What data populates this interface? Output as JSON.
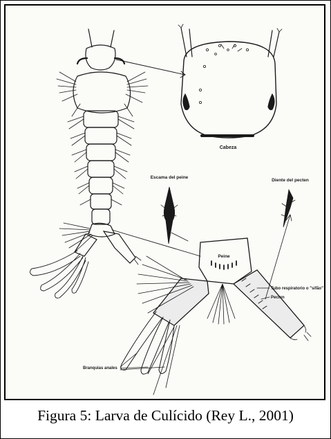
{
  "figure": {
    "caption": "Figura 5: Larva de Culícido (Rey L., 2001)"
  },
  "labels": {
    "cabeza": "Cabeza",
    "escama_del_peine": "Escama del peine",
    "diente_del_pecten": "Diente del pecten",
    "peine": "Peine",
    "tubo_respiratorio": "Tubo respiratorio o \"sifão\"",
    "pecten": "Pecten",
    "branquias_anales": "Branquias anales"
  },
  "colors": {
    "line": "#1a1a1a",
    "frame": "#000000",
    "panel": "#fbfbf8"
  }
}
